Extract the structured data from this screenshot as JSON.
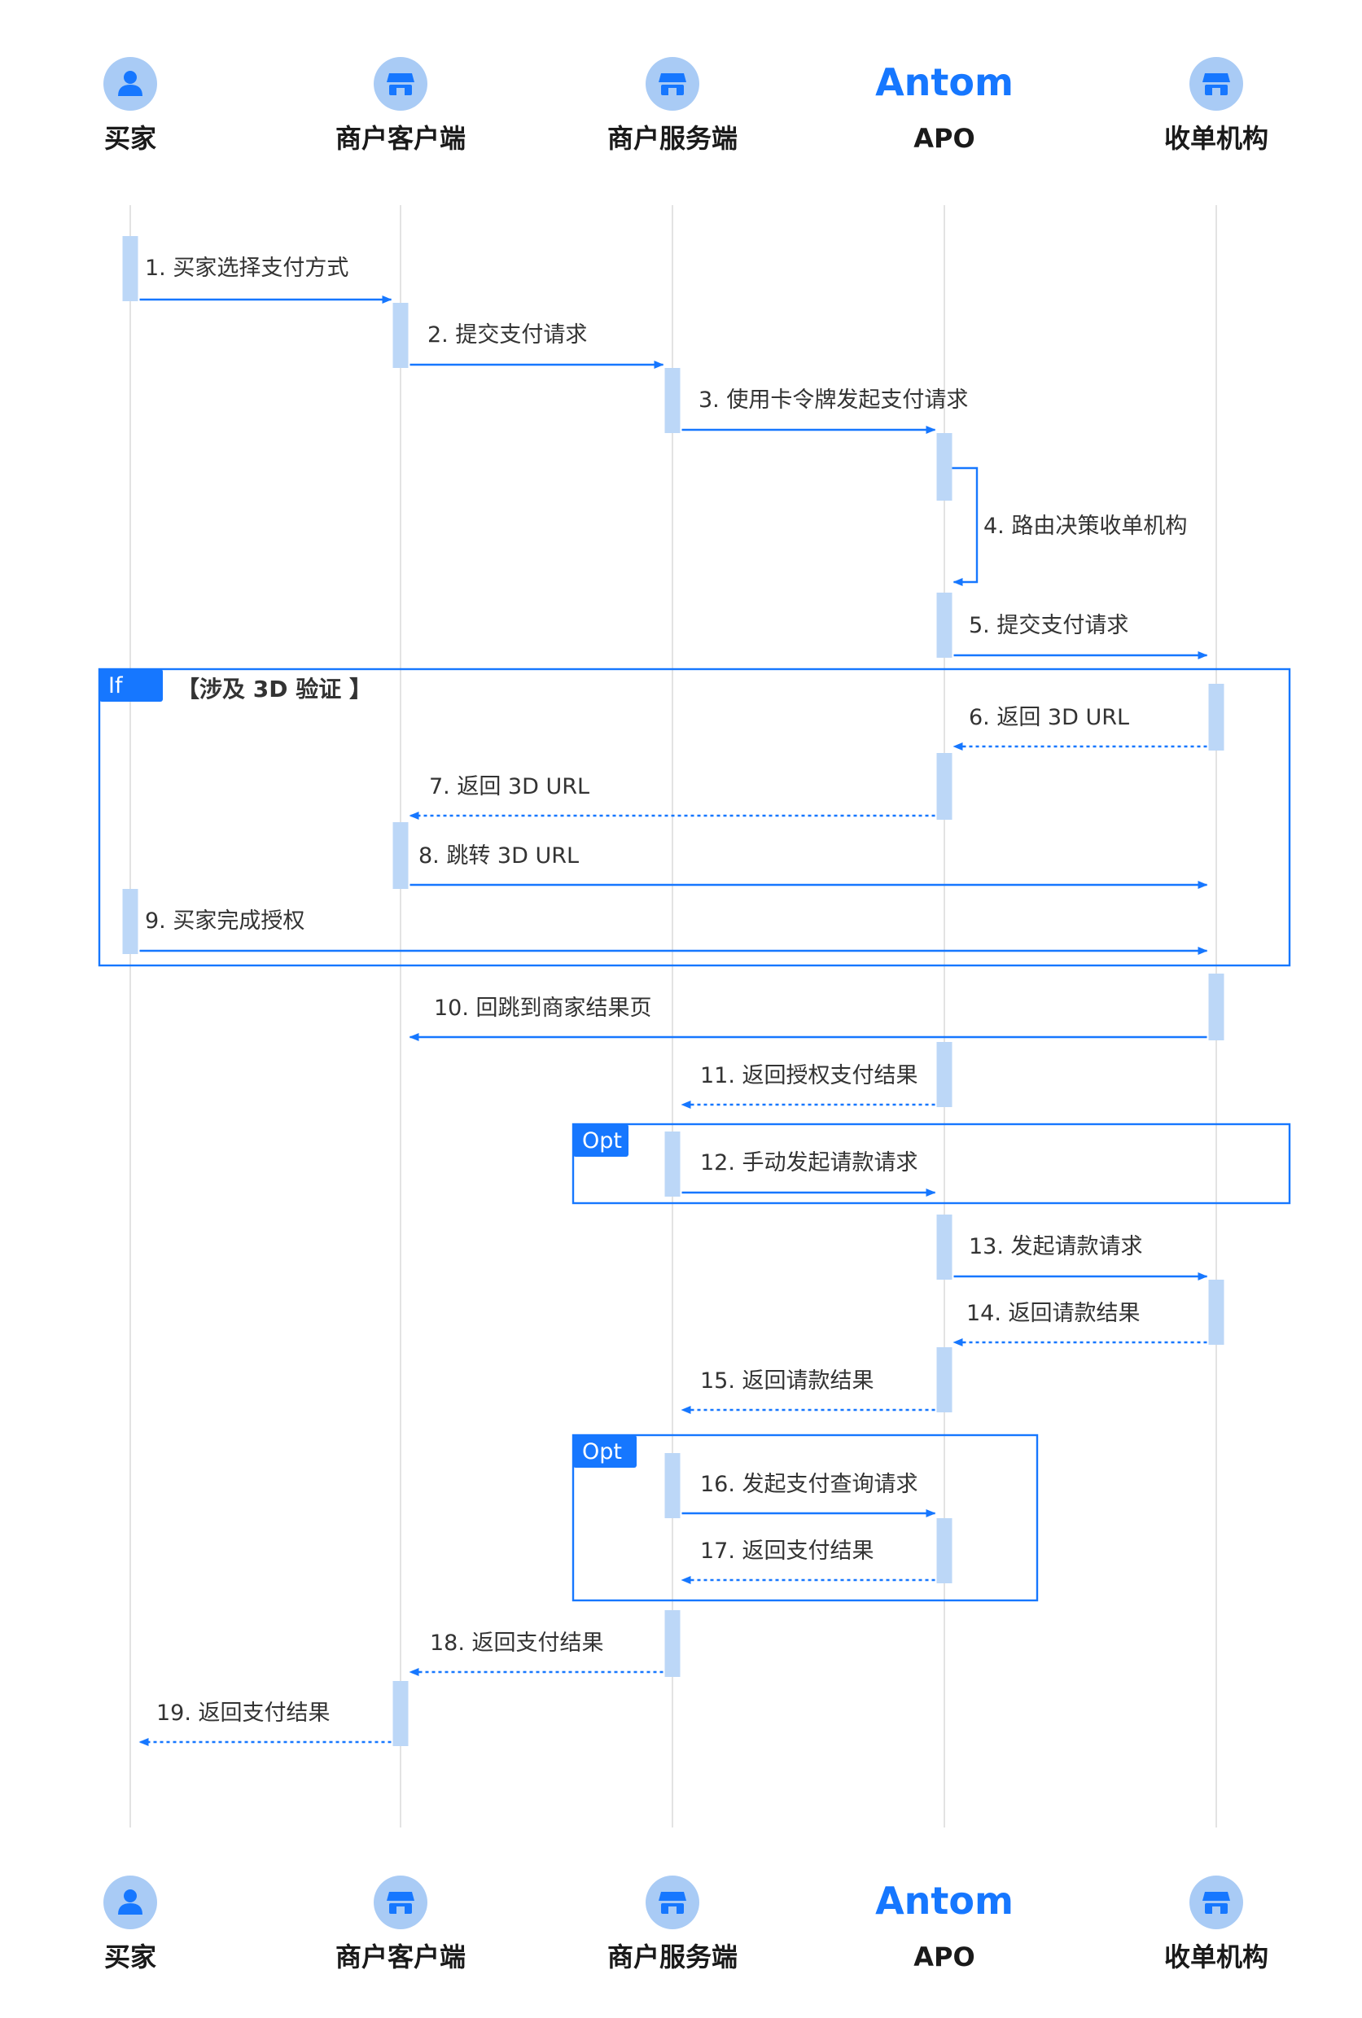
{
  "brand": "Antom",
  "actors": [
    {
      "id": "buyer",
      "name": "买家",
      "icon": "buyer-icon"
    },
    {
      "id": "client",
      "name": "商户客户端",
      "icon": "store-icon"
    },
    {
      "id": "server",
      "name": "商户服务端",
      "icon": "store-icon"
    },
    {
      "id": "apo",
      "name": "APO",
      "icon": "antom-logo",
      "logo_text": "Antom"
    },
    {
      "id": "acquirer",
      "name": "收单机构",
      "icon": "store-icon"
    }
  ],
  "messages": [
    {
      "num": 1,
      "label": "1. 买家选择支付方式",
      "from": "buyer",
      "to": "client",
      "style": "solid"
    },
    {
      "num": 2,
      "label": "2. 提交支付请求",
      "from": "client",
      "to": "server",
      "style": "solid"
    },
    {
      "num": 3,
      "label": "3. 使用卡令牌发起支付请求",
      "from": "server",
      "to": "apo",
      "style": "solid"
    },
    {
      "num": 4,
      "label": "4. 路由决策收单机构",
      "from": "apo",
      "to": "apo",
      "style": "self"
    },
    {
      "num": 5,
      "label": "5. 提交支付请求",
      "from": "apo",
      "to": "acquirer",
      "style": "solid"
    },
    {
      "num": 6,
      "label": "6. 返回 3D URL",
      "from": "acquirer",
      "to": "apo",
      "style": "dashed"
    },
    {
      "num": 7,
      "label": "7. 返回 3D URL",
      "from": "apo",
      "to": "client",
      "style": "dashed"
    },
    {
      "num": 8,
      "label": "8. 跳转 3D URL",
      "from": "client",
      "to": "acquirer",
      "style": "solid"
    },
    {
      "num": 9,
      "label": "9. 买家完成授权",
      "from": "buyer",
      "to": "acquirer",
      "style": "solid"
    },
    {
      "num": 10,
      "label": "10. 回跳到商家结果页",
      "from": "acquirer",
      "to": "client",
      "style": "solid"
    },
    {
      "num": 11,
      "label": "11. 返回授权支付结果",
      "from": "apo",
      "to": "server",
      "style": "dashed"
    },
    {
      "num": 12,
      "label": "12. 手动发起请款请求",
      "from": "server",
      "to": "apo",
      "style": "solid"
    },
    {
      "num": 13,
      "label": "13. 发起请款请求",
      "from": "apo",
      "to": "acquirer",
      "style": "solid"
    },
    {
      "num": 14,
      "label": "14. 返回请款结果",
      "from": "acquirer",
      "to": "apo",
      "style": "dashed"
    },
    {
      "num": 15,
      "label": "15. 返回请款结果",
      "from": "apo",
      "to": "server",
      "style": "dashed"
    },
    {
      "num": 16,
      "label": "16. 发起支付查询请求",
      "from": "server",
      "to": "apo",
      "style": "solid"
    },
    {
      "num": 17,
      "label": "17. 返回支付结果",
      "from": "apo",
      "to": "server",
      "style": "dashed"
    },
    {
      "num": 18,
      "label": "18. 返回支付结果",
      "from": "server",
      "to": "client",
      "style": "dashed"
    },
    {
      "num": 19,
      "label": "19. 返回支付结果",
      "from": "client",
      "to": "buyer",
      "style": "dashed"
    }
  ],
  "frames": [
    {
      "tag": "If",
      "title": "【涉及 3D 验证 】",
      "first": 6,
      "last": 9
    },
    {
      "tag": "Opt",
      "title": "",
      "first": 12,
      "last": 12
    },
    {
      "tag": "Opt",
      "title": "",
      "first": 16,
      "last": 17
    }
  ],
  "colors": {
    "accent": "#1677ff",
    "activation": "#bcd7f7",
    "icon_bg": "#a9cbf5",
    "lifeline": "#e3e3e3"
  }
}
